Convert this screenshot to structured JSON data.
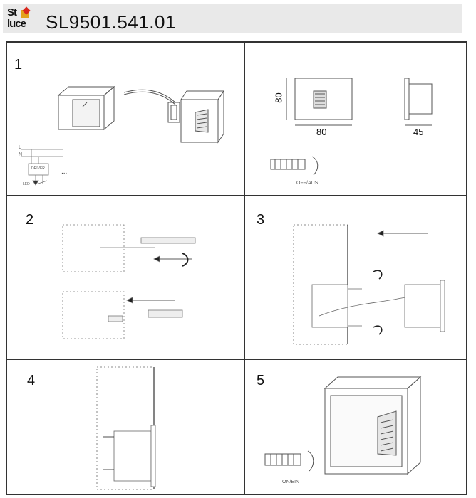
{
  "header": {
    "logo_line1": "St",
    "logo_line2": "luce",
    "model": "SL9501.541.01"
  },
  "panels": {
    "p1": {
      "step": "1",
      "wire_l": "L",
      "wire_n": "N",
      "driver": "DRIVER",
      "led": "LED",
      "dots": "..."
    },
    "p1r": {
      "height": "80",
      "width": "80",
      "depth": "45",
      "switch": "OFF/AUS"
    },
    "p2": {
      "step": "2"
    },
    "p3": {
      "step": "3"
    },
    "p4": {
      "step": "4"
    },
    "p5": {
      "step": "5",
      "switch": "ON/EIN"
    }
  }
}
